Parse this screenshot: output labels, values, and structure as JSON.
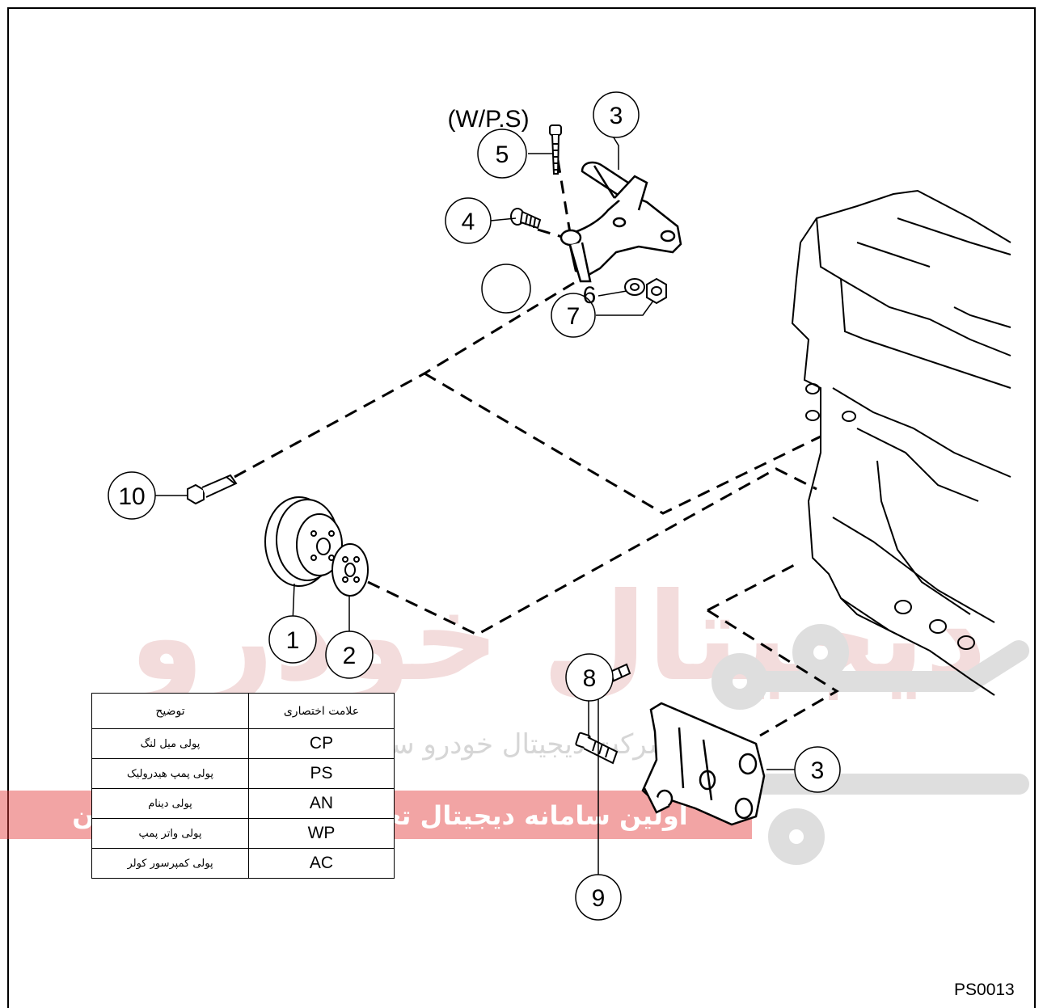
{
  "diagram": {
    "variant_label": "(W/P.S)",
    "drawing_code": "PS0013",
    "callouts": [
      "1",
      "2",
      "3",
      "4",
      "5",
      "6",
      "7",
      "8",
      "9",
      "10",
      "3"
    ]
  },
  "watermark": {
    "brand_text": "دیجیتال خودرو",
    "company_line": "شرکت دیجیتال خودرو سامانه (مسئولیت محدود)",
    "slogan": "اولین سامانه دیجیتال تعمیرکاران خودرو در ایران",
    "accent_color": "#e23a3a"
  },
  "legend": {
    "header_desc": "توضیح",
    "header_code": "علامت اختصاری",
    "rows": [
      {
        "desc": "پولی میل لنگ",
        "code": "CP"
      },
      {
        "desc": "پولی پمپ هیدرولیک",
        "code": "PS"
      },
      {
        "desc": "پولی دینام",
        "code": "AN"
      },
      {
        "desc": "پولی واتر پمپ",
        "code": "WP"
      },
      {
        "desc": "پولی کمپرسور کولر",
        "code": "AC"
      }
    ]
  }
}
